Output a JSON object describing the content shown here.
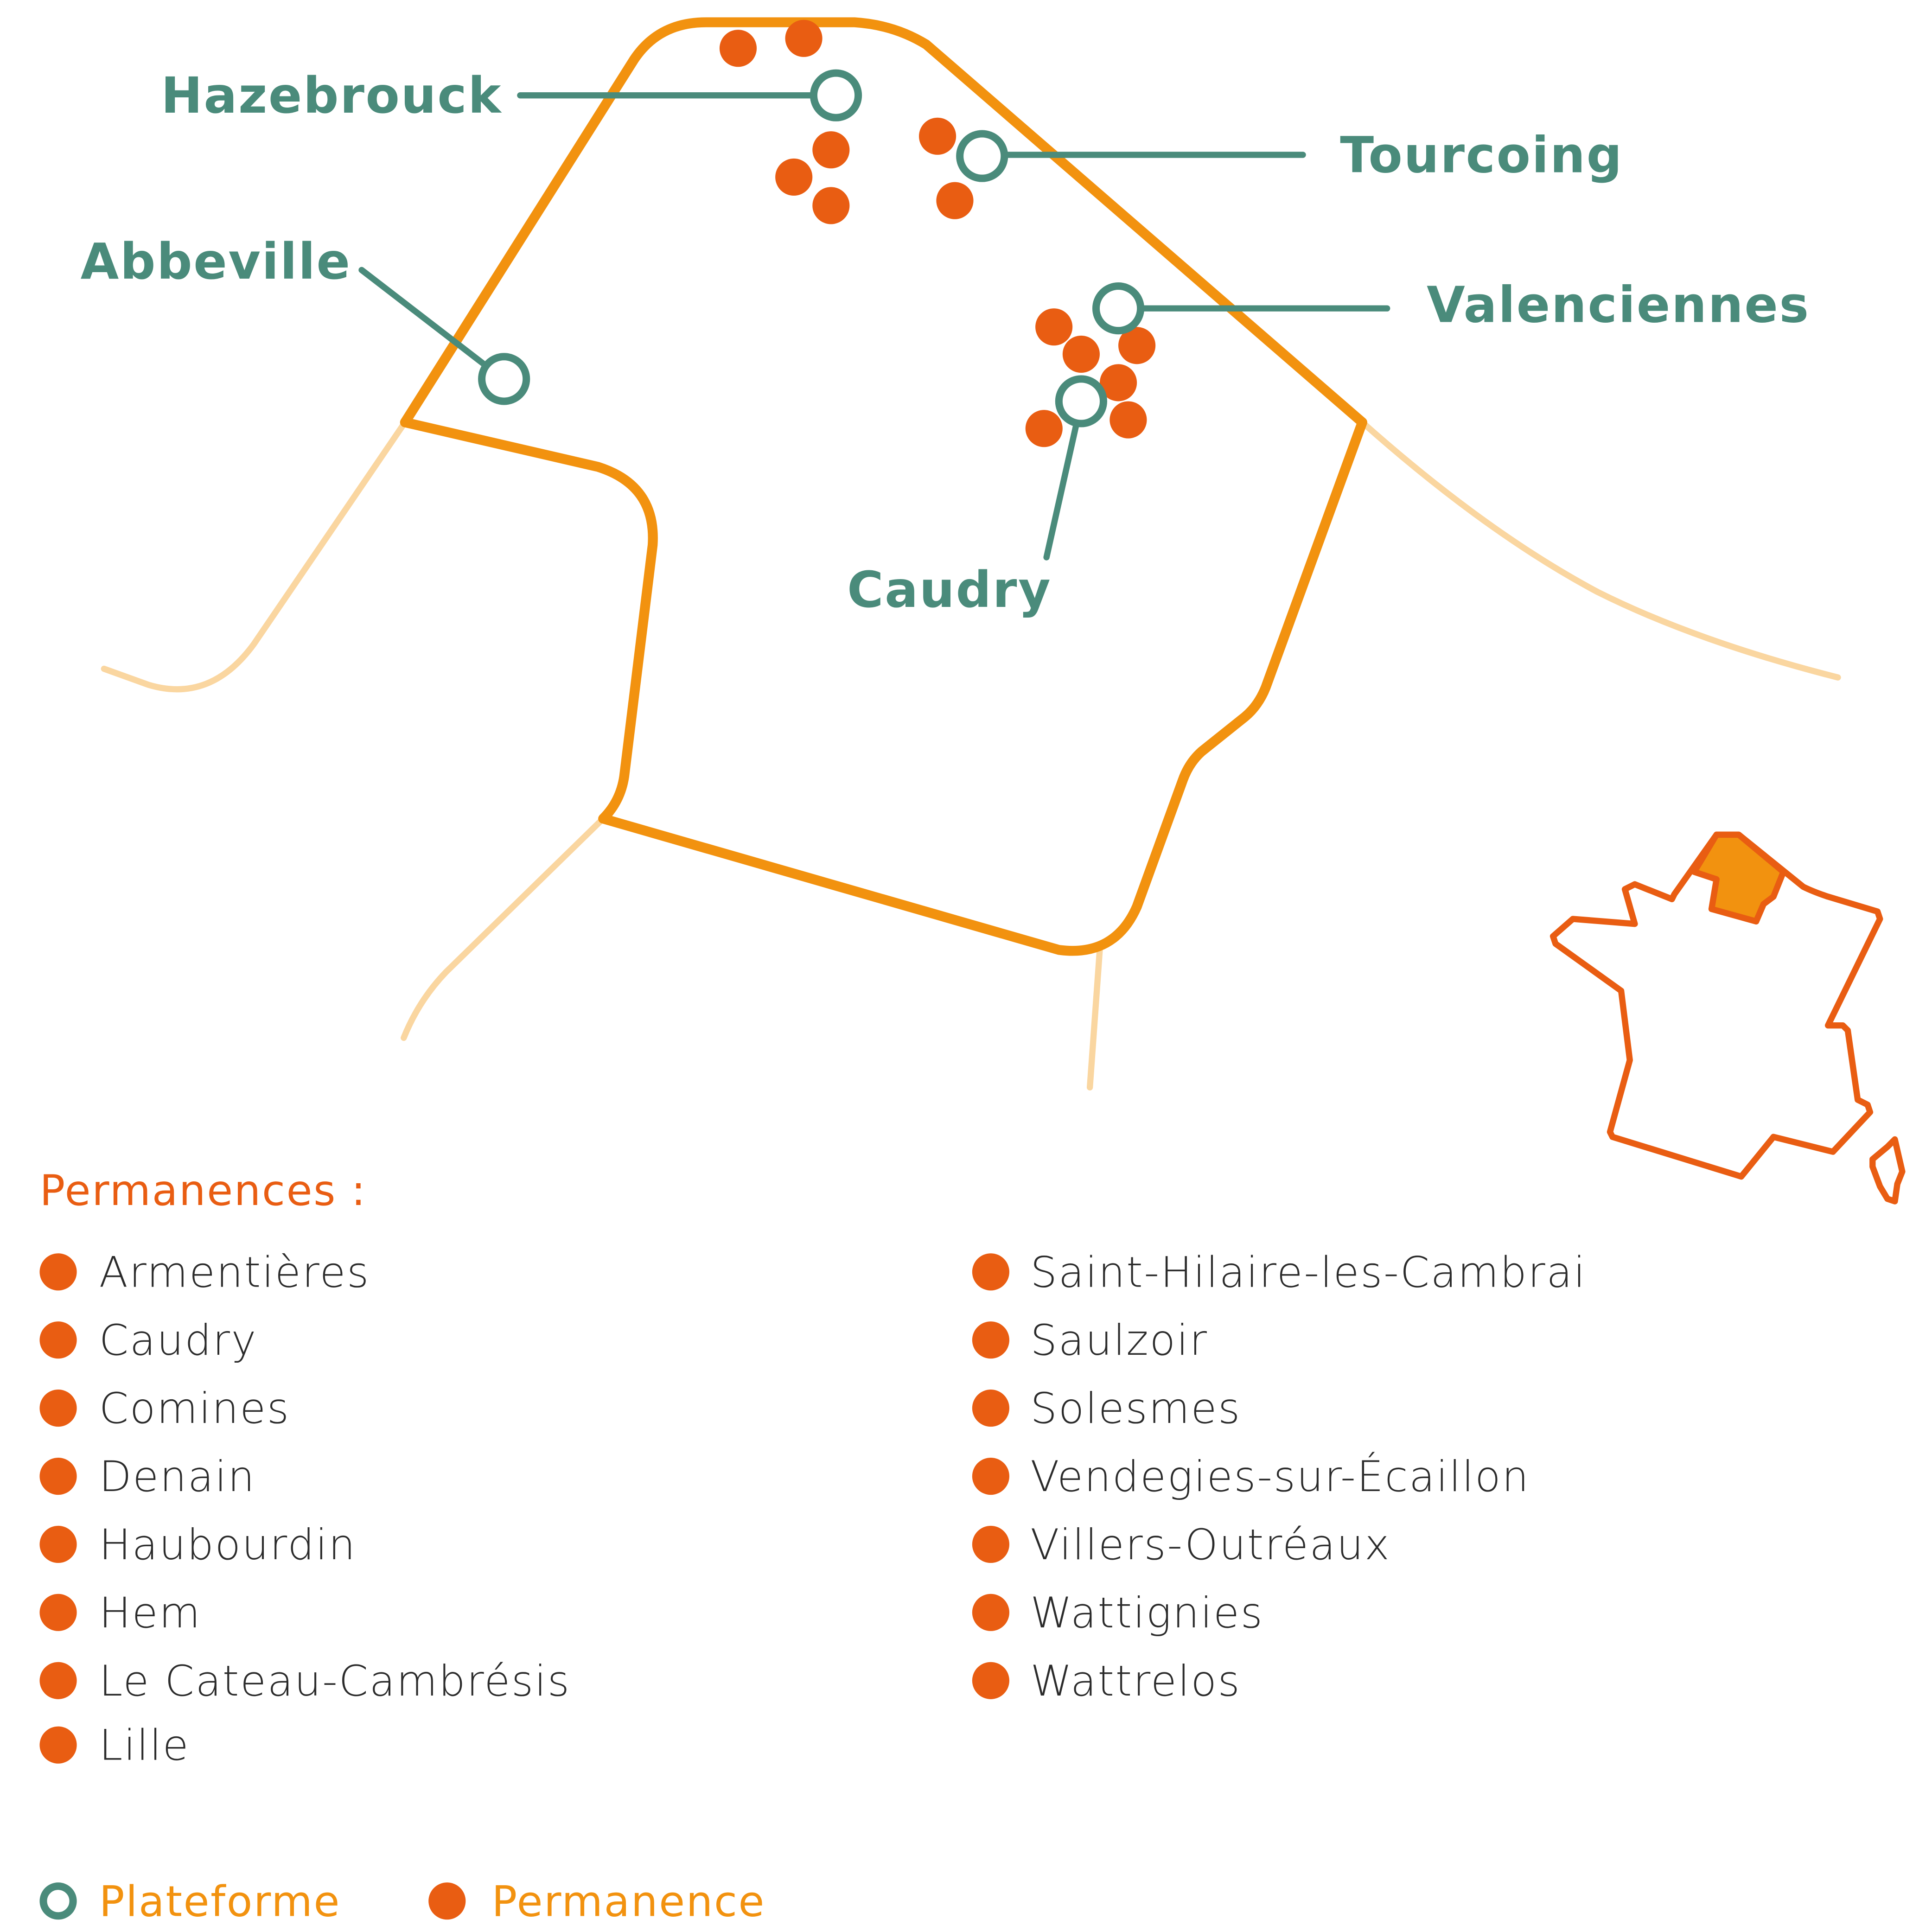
{
  "map_labels": {
    "hazebrouck": "Hazebrouck",
    "tourcoing": "Tourcoing",
    "abbeville": "Abbeville",
    "valenciennes": "Valenciennes",
    "caudry": "Caudry"
  },
  "permanences_title": "Permanences :",
  "permanences_col1": [
    "Armentières",
    "Caudry",
    "Comines",
    "Denain",
    "Haubourdin",
    "Hem",
    "Le Cateau-Cambrésis",
    "Lille"
  ],
  "permanences_col2": [
    "Saint-Hilaire-les-Cambrai",
    "Saulzoir",
    "Solesmes",
    "Vendegies-sur-Écaillon",
    "Villers-Outréaux",
    "Wattignies",
    "Wattrelos"
  ],
  "legend": {
    "plateforme": "Plateforme",
    "permanence": "Permanence"
  },
  "colors": {
    "teal": "#4a8b7b",
    "orange": "#f2920f",
    "dot": "#e95d12",
    "road": "#fad6a0"
  }
}
